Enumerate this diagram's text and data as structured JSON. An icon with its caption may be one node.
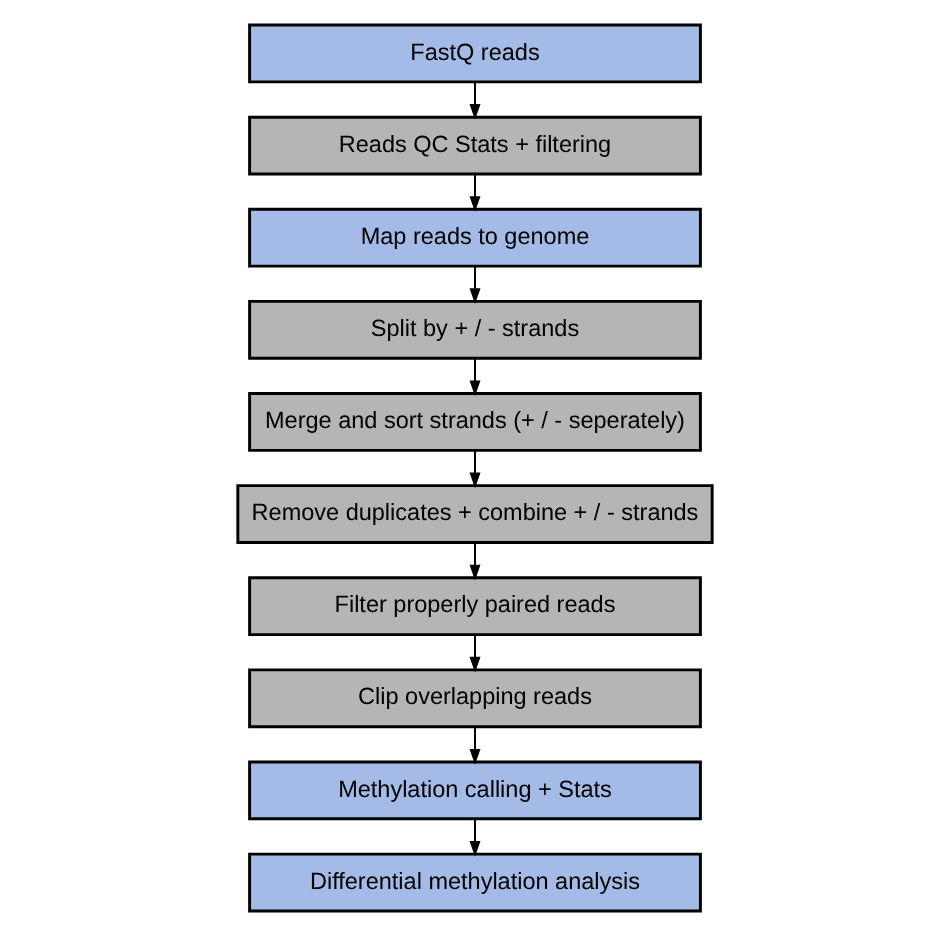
{
  "diagram": {
    "nodes": [
      {
        "text": [
          "FastQ reads"
        ]
      },
      {
        "text": [
          "Reads QC Stats + filtering"
        ]
      },
      {
        "text": [
          "Map reads to genome"
        ]
      },
      {
        "text": [
          "Split by + / - strands"
        ]
      },
      {
        "text": [
          "Merge and sort strands (+ / - seperately)"
        ]
      },
      {
        "text": [
          "Remove duplicates + combine + / - strands"
        ]
      },
      {
        "text": [
          "Filter properly paired reads"
        ]
      },
      {
        "text": [
          "Clip overlapping reads"
        ]
      },
      {
        "text": [
          "Methylation calling + Stats"
        ]
      },
      {
        "text": [
          "Differential methylation analysis"
        ]
      }
    ],
    "edges": [
      {
        "from": 0,
        "to": 1,
        "arrow": "to"
      },
      {
        "from": 1,
        "to": 2,
        "arrow": "to"
      },
      {
        "from": 2,
        "to": 3,
        "arrow": "to"
      },
      {
        "from": 3,
        "to": 4,
        "arrow": "to"
      },
      {
        "from": 4,
        "to": 5,
        "arrow": "to"
      },
      {
        "from": 5,
        "to": 6,
        "arrow": "to"
      },
      {
        "from": 6,
        "to": 7,
        "arrow": "to"
      },
      {
        "from": 7,
        "to": 8,
        "arrow": "to"
      },
      {
        "from": 8,
        "to": 9,
        "arrow": "to"
      }
    ]
  }
}
